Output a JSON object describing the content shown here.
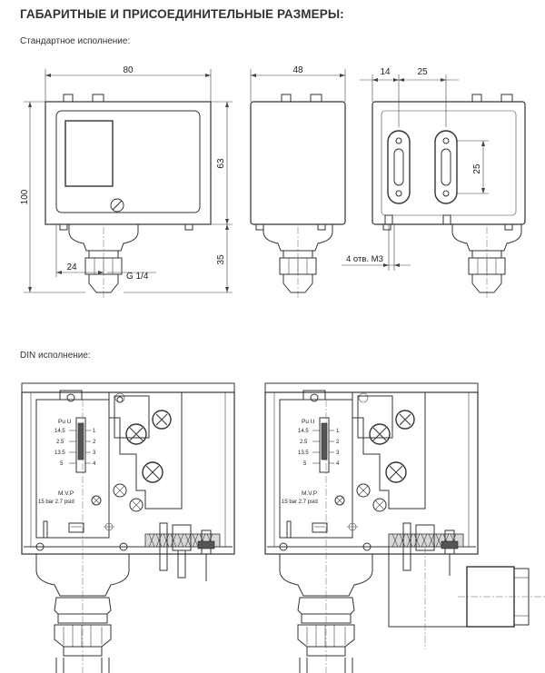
{
  "header": {
    "title": "ГАБАРИТНЫЕ И ПРИСОЕДИНИТЕЛЬНЫЕ РАЗМЕРЫ:"
  },
  "sections": {
    "standard_label": "Стандартное исполнение:",
    "din_label": "DIN исполнение:"
  },
  "dimensions": {
    "width_front": "80",
    "height_total": "100",
    "height_body": "63",
    "height_lower": "35",
    "port_offset": "24",
    "thread": "G 1/4",
    "width_side": "48",
    "rear_offset": "14",
    "rear_spacing": "25",
    "slot_length": "25",
    "holes": "4 отв. М3"
  },
  "scale": {
    "unit_label": "Pu U",
    "ticks": [
      "14.5",
      "2.5",
      "13.5",
      "5"
    ],
    "tick_nums": [
      "1",
      "2",
      "3",
      "4"
    ],
    "mvp_label": "M.V.P",
    "mvp_value": "15 bar 2.7 psid"
  }
}
